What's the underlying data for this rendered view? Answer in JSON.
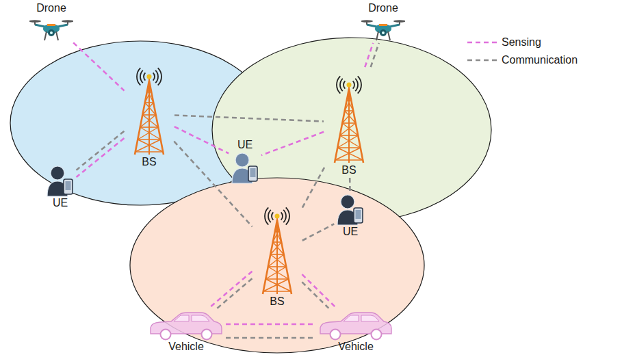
{
  "diagram": {
    "nodes": [
      {
        "text": [
          "Drone"
        ]
      },
      {
        "text": [
          "Drone"
        ]
      },
      {
        "text": [
          "BS"
        ]
      },
      {
        "text": [
          "UE"
        ]
      },
      {
        "text": [
          "UE"
        ]
      },
      {
        "text": [
          "BS"
        ]
      },
      {
        "text": [
          "UE"
        ]
      },
      {
        "text": [
          "BS"
        ]
      },
      {
        "text": [
          "Vehicle"
        ]
      },
      {
        "text": [
          "Vehicle"
        ]
      }
    ],
    "edges": [
      {
        "from": 0,
        "to": 2,
        "arrow": "none"
      },
      {
        "from": 5,
        "to": 1,
        "arrow": "none"
      },
      {
        "from": 5,
        "to": 1,
        "arrow": "none"
      },
      {
        "from": 2,
        "to": 3,
        "arrow": "none"
      },
      {
        "from": 2,
        "to": 3,
        "arrow": "none"
      },
      {
        "from": 2,
        "to": 4,
        "arrow": "none"
      },
      {
        "from": 5,
        "to": 4,
        "arrow": "none"
      },
      {
        "from": 2,
        "to": 5,
        "arrow": "none"
      },
      {
        "from": 2,
        "to": 7,
        "arrow": "none"
      },
      {
        "from": 5,
        "to": 7,
        "arrow": "none"
      },
      {
        "from": 5,
        "to": 6,
        "arrow": "none"
      },
      {
        "from": 7,
        "to": 6,
        "arrow": "none"
      },
      {
        "from": 7,
        "to": 8,
        "arrow": "none"
      },
      {
        "from": 7,
        "to": 8,
        "arrow": "none"
      },
      {
        "from": 7,
        "to": 9,
        "arrow": "none"
      },
      {
        "from": 7,
        "to": 9,
        "arrow": "none"
      },
      {
        "from": 8,
        "to": 9,
        "arrow": "none"
      },
      {
        "from": 8,
        "to": 9,
        "arrow": "none"
      }
    ],
    "legend": [
      {
        "text": "Sensing"
      },
      {
        "text": "Communication"
      }
    ]
  }
}
